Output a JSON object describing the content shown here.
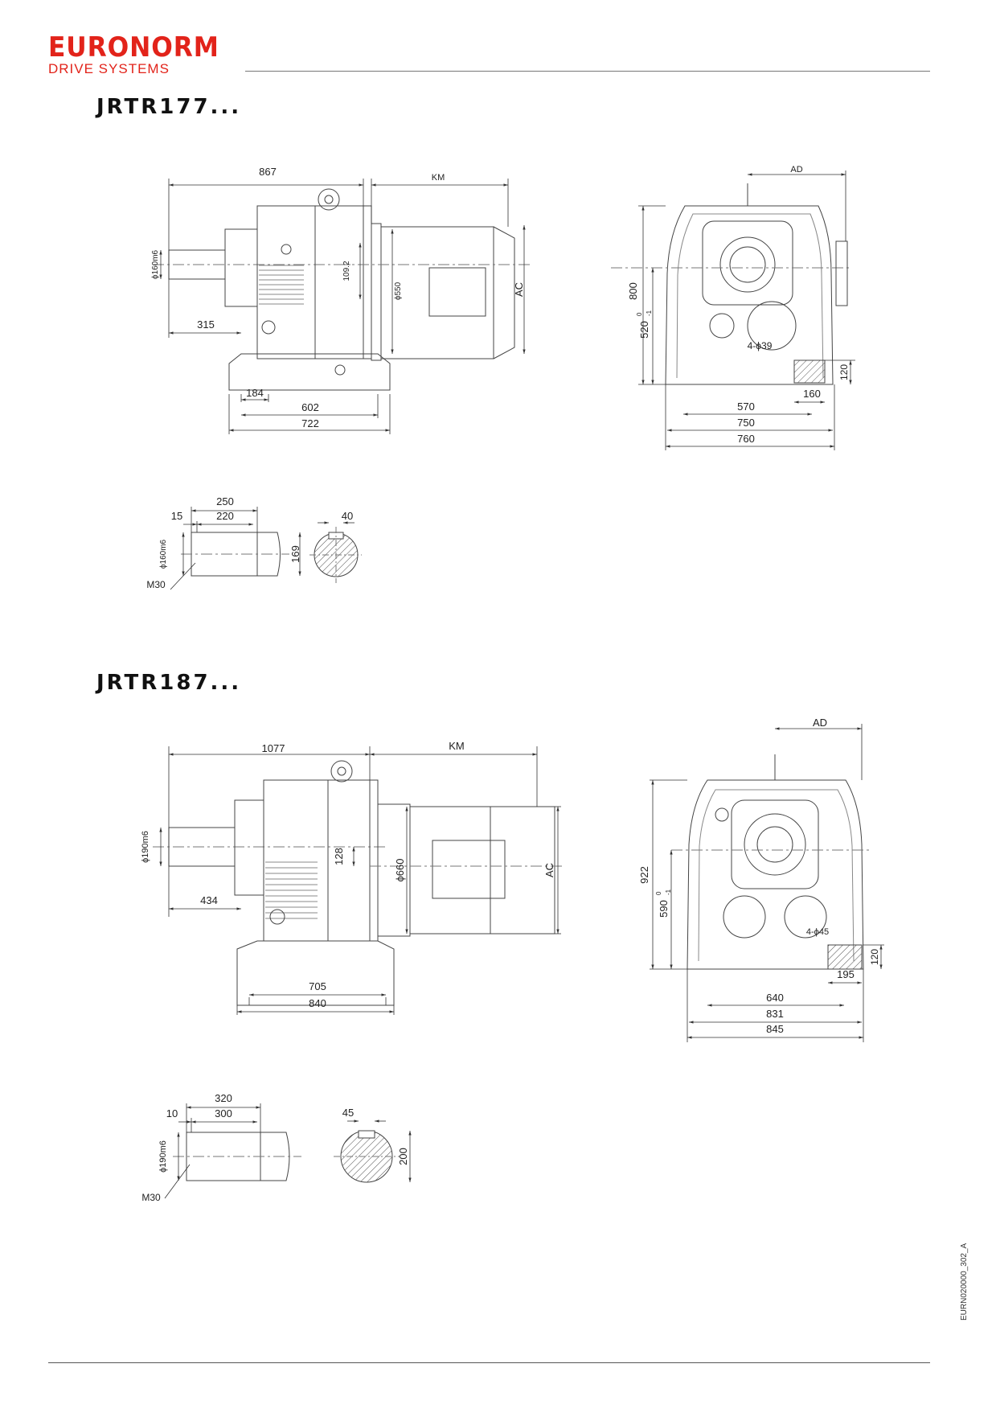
{
  "brand": {
    "name": "EURONORM",
    "tagline": "DRIVE SYSTEMS"
  },
  "doc_code": "EURN020000_302_A",
  "sections": [
    {
      "title": "JRTR177...",
      "side": {
        "len": "867",
        "km": "KM",
        "shaft": "ϕ160m6",
        "off": "315",
        "axis": "109.2",
        "motor": "ϕ550",
        "ac": "AC",
        "b1": "184",
        "b2": "602",
        "b3": "722"
      },
      "front": {
        "ad": "AD",
        "h": "800",
        "c": "520",
        "tol_up": "0",
        "tol_dn": "-1",
        "holes": "4-ϕ39",
        "f": "120",
        "w0": "160",
        "w1": "570",
        "w2": "750",
        "w3": "760"
      },
      "detail": {
        "t": "250",
        "u": "220",
        "e": "15",
        "k": "40",
        "th": "169",
        "sh": "ϕ160m6",
        "m": "M30"
      }
    },
    {
      "title": "JRTR187...",
      "side": {
        "len": "1077",
        "km": "KM",
        "shaft": "ϕ190m6",
        "off": "434",
        "axis": "128",
        "motor": "ϕ660",
        "ac": "AC",
        "b2": "705",
        "b3": "840"
      },
      "front": {
        "ad": "AD",
        "h": "922",
        "c": "590",
        "tol_up": "0",
        "tol_dn": "-1",
        "holes": "4-ϕ45",
        "f": "120",
        "w0": "195",
        "w1": "640",
        "w2": "831",
        "w3": "845"
      },
      "detail": {
        "t": "320",
        "u": "300",
        "e": "10",
        "k": "45",
        "th": "200",
        "sh": "ϕ190m6",
        "m": "M30"
      }
    }
  ]
}
